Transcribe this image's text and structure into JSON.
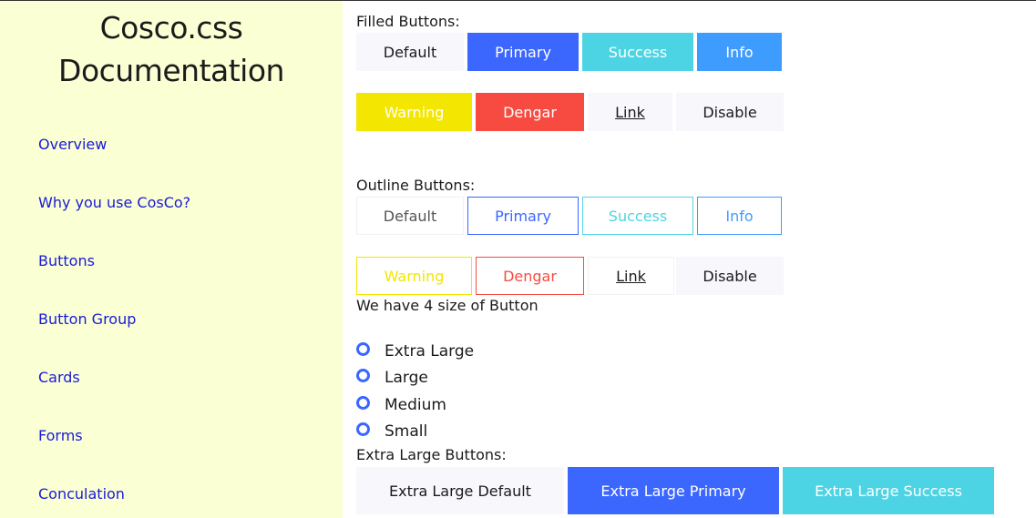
{
  "sidebar": {
    "title_line1": "Cosco.css",
    "title_line2": "Documentation",
    "items": [
      {
        "label": "Overview"
      },
      {
        "label": "Why you use CosCo?"
      },
      {
        "label": "Buttons"
      },
      {
        "label": "Button Group"
      },
      {
        "label": "Cards"
      },
      {
        "label": "Forms"
      },
      {
        "label": "Conculation"
      }
    ]
  },
  "filled": {
    "heading": "Filled Buttons:",
    "buttons": [
      "Default",
      "Primary",
      "Success",
      "Info",
      "Warning",
      "Dengar",
      "Link",
      "Disable"
    ]
  },
  "outline": {
    "heading": "Outline Buttons:",
    "buttons": [
      "Default",
      "Primary",
      "Success",
      "Info",
      "Warning",
      "Dengar",
      "Link",
      "Disable"
    ]
  },
  "sizes": {
    "heading": "We have 4 size of Button",
    "options": [
      "Extra Large",
      "Large",
      "Medium",
      "Small"
    ]
  },
  "extra_large": {
    "heading": "Extra Large Buttons:",
    "buttons": [
      "Extra Large Default",
      "Extra Large Primary",
      "Extra Large Success"
    ]
  },
  "colors": {
    "sidebar_bg": "#fbffd4",
    "primary": "#3b67ff",
    "success": "#4dd4e4",
    "info": "#3f9cff",
    "warning": "#f3e600",
    "danger": "#f74b42",
    "nav_link": "#1a1ad6"
  }
}
